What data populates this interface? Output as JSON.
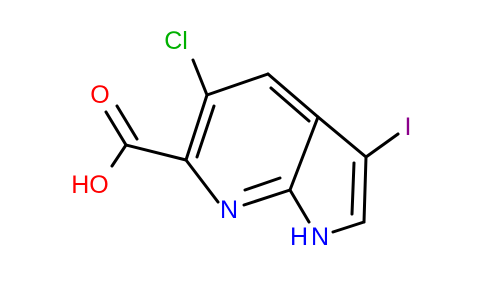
{
  "molecule": {
    "colors": {
      "bond": "#000000",
      "oxygen": "#ff0000",
      "nitrogen": "#0000ff",
      "chlorine": "#00b000",
      "iodine": "#8b008b"
    },
    "atoms": {
      "cl": "Cl",
      "i": "I",
      "o_carbonyl": "O",
      "o_hydroxyl": "HO",
      "n_pyridine": "N",
      "n_pyrrole_h": "H",
      "n_pyrrole": "N"
    }
  }
}
